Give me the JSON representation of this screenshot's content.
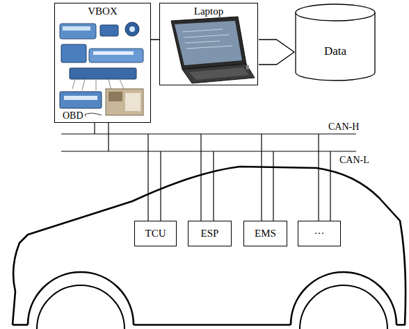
{
  "diagram": {
    "nodes": [
      {
        "text": [
          "VBOX"
        ]
      },
      {
        "text": [
          "Laptop"
        ]
      },
      {
        "text": [
          "Data"
        ]
      },
      {
        "text": [
          "TCU"
        ]
      },
      {
        "text": [
          "ESP"
        ]
      },
      {
        "text": [
          "EMS"
        ]
      },
      {
        "text": [
          "···"
        ]
      }
    ],
    "edges": [
      {
        "from": 0,
        "to": 1,
        "arrow": "none"
      },
      {
        "from": 1,
        "to": 2,
        "arrow": "to"
      }
    ],
    "labels": [
      "OBD",
      "CAN-H",
      "CAN-L"
    ]
  }
}
